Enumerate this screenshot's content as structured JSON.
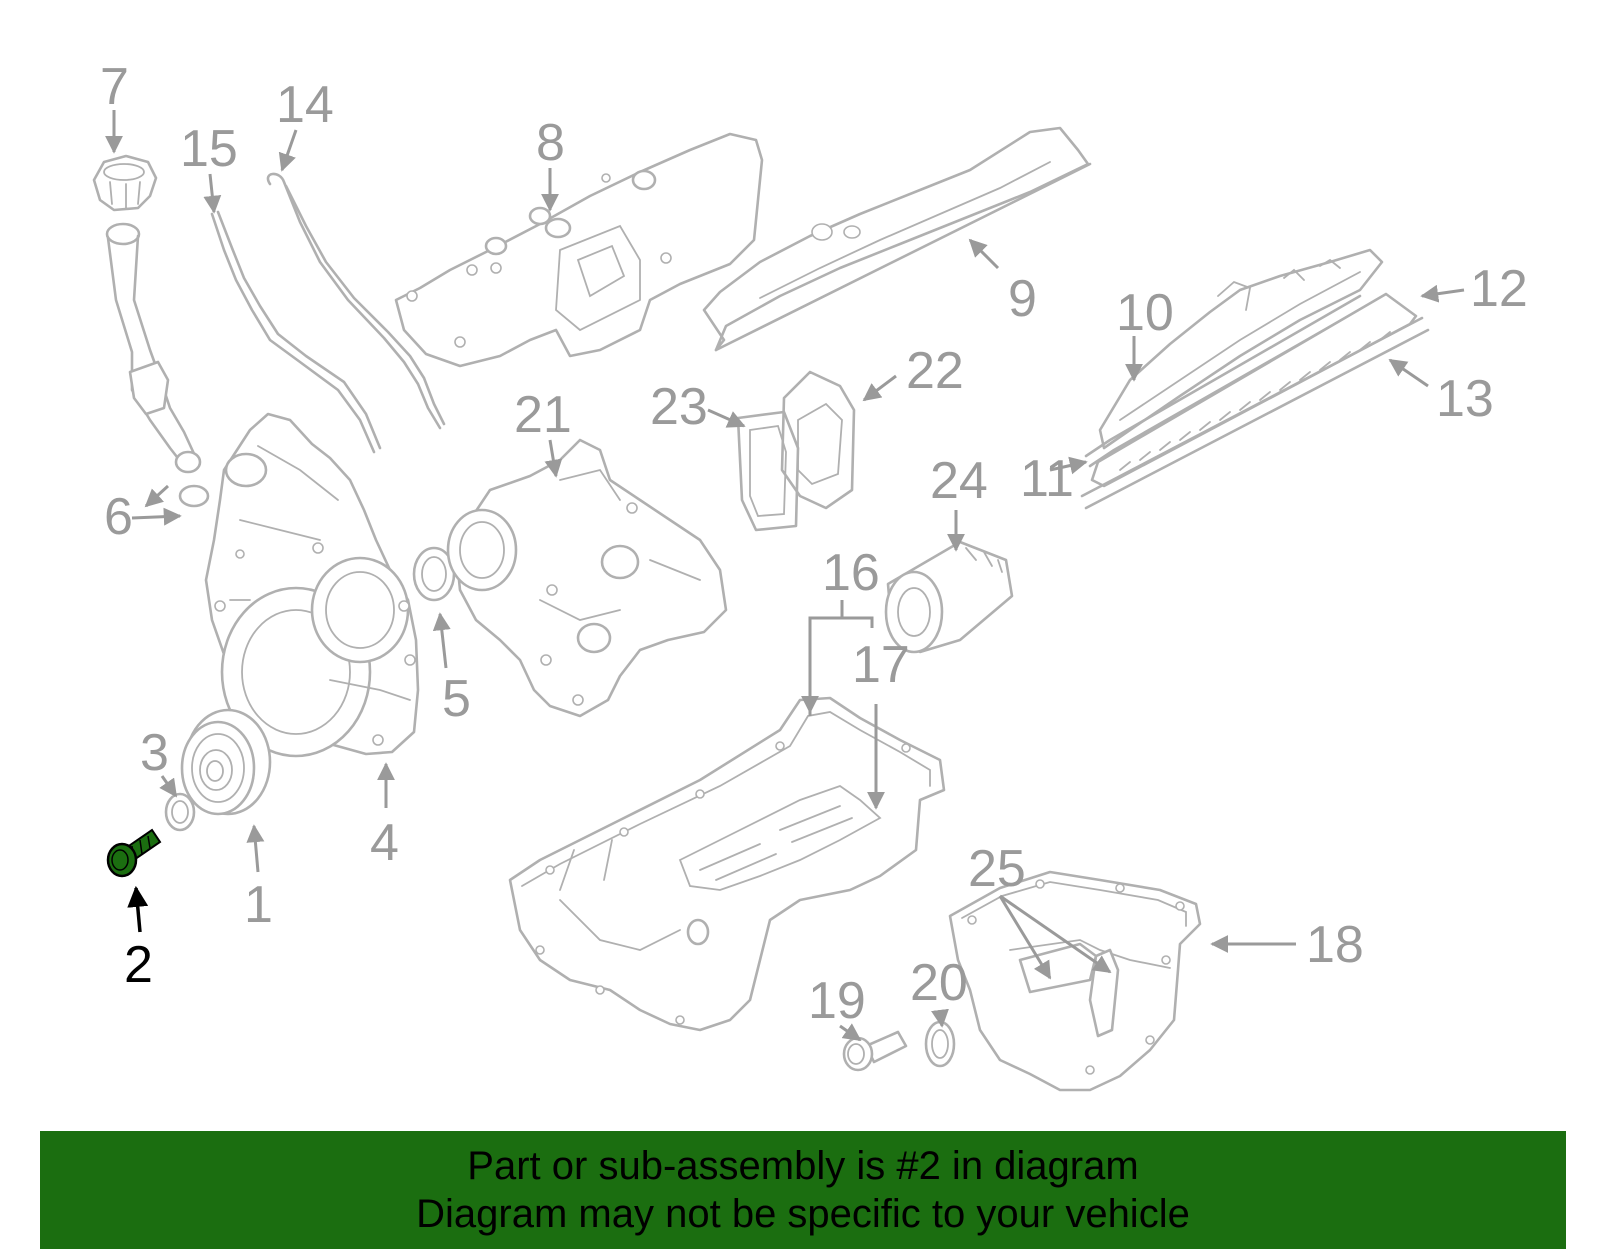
{
  "diagram": {
    "highlighted_part": "2",
    "highlight_color": "#1b6e10",
    "part_color": "#b0b0b0",
    "label_color": "#9a9a9a",
    "callouts": [
      "1",
      "2",
      "3",
      "4",
      "5",
      "6",
      "7",
      "8",
      "9",
      "10",
      "11",
      "12",
      "13",
      "14",
      "15",
      "16",
      "17",
      "18",
      "19",
      "20",
      "21",
      "22",
      "23",
      "24",
      "25"
    ]
  },
  "banner": {
    "line1": "Part or sub-assembly is #2 in diagram",
    "line2": "Diagram may not be specific to your vehicle",
    "background": "#1b6e10"
  }
}
